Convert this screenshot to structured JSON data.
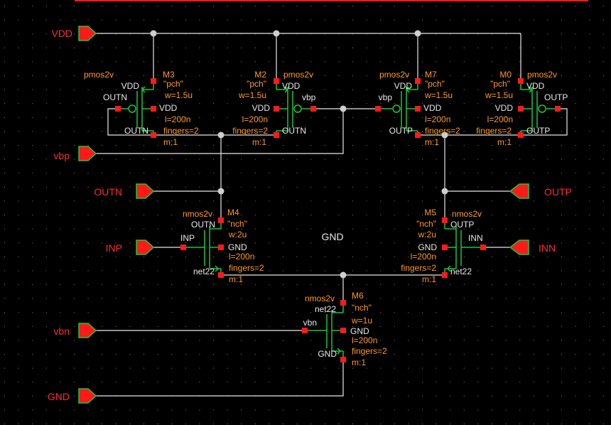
{
  "colors": {
    "background": "#000000",
    "grid": "#7f7f7f",
    "wire": "#e8e8e8",
    "device": "#19c83a",
    "pin": "#ff1a1a",
    "port": "#ff1a1a",
    "property_text": "#ff9a1f",
    "net_text": "#e8e8e8",
    "port_text": "#ff2a2a",
    "junction": "#cfcfcf"
  },
  "ports": {
    "vdd": "VDD",
    "vbp": "vbp",
    "outn": "OUTN",
    "outp": "OUTP",
    "inp": "INP",
    "inn": "INN",
    "vbn": "vbn",
    "gnd": "GND"
  },
  "net_labels": {
    "center_gnd": "GND"
  },
  "devices": {
    "m3": {
      "name": "M3",
      "cell": "pmos2v",
      "model": "\"pch\"",
      "width": "w=1.5u",
      "length": "l=200n",
      "fingers": "fingers=2",
      "multiplier": "m:1",
      "pin_source": "VDD",
      "pin_bulk": "VDD",
      "pin_gate": "OUTN",
      "pin_drain": "OUTN"
    },
    "m2": {
      "name": "M2",
      "cell": "pmos2v",
      "model": "\"pch\"",
      "width": "w=1.5u",
      "length": "l=200n",
      "fingers": "fingers=2",
      "multiplier": "m:1",
      "pin_source": "VDD",
      "pin_bulk": "VDD",
      "pin_gate": "vbp",
      "pin_drain": "OUTN"
    },
    "m7": {
      "name": "M7",
      "cell": "pmos2v",
      "model": "\"pch\"",
      "width": "w=1.5u",
      "length": "l=200n",
      "fingers": "fingers=2",
      "multiplier": "m:1",
      "pin_source": "VDD",
      "pin_bulk": "VDD",
      "pin_gate": "vbp",
      "pin_drain": "OUTP"
    },
    "m0": {
      "name": "M0",
      "cell": "pmos2v",
      "model": "\"pch\"",
      "width": "w=1.5u",
      "length": "l=200n",
      "fingers": "fingers=2",
      "multiplier": "m:1",
      "pin_source": "VDD",
      "pin_bulk": "VDD",
      "pin_gate": "OUTP",
      "pin_drain": "OUTP"
    },
    "m4": {
      "name": "M4",
      "cell": "nmos2v",
      "model": "\"nch\"",
      "width": "w:2u",
      "length": "l=200n",
      "fingers": "fingers=2",
      "multiplier": "m:1",
      "pin_drain": "OUTN",
      "pin_gate": "INP",
      "pin_bulk": "GND",
      "pin_source": "net22"
    },
    "m5": {
      "name": "M5",
      "cell": "nmos2v",
      "model": "\"nch\"",
      "width": "w:2u",
      "length": "l=200n",
      "fingers": "fingers=2",
      "multiplier": "m:1",
      "pin_drain": "OUTP",
      "pin_gate": "INN",
      "pin_bulk": "GND",
      "pin_source": "net22"
    },
    "m6": {
      "name": "M6",
      "cell": "nmos2v",
      "model": "\"nch\"",
      "width": "w=1u",
      "length": "l=200n",
      "fingers": "fingers=2",
      "multiplier": "m:1",
      "pin_drain": "net22",
      "pin_gate": "vbn",
      "pin_bulk": "GND",
      "pin_source": "GND"
    }
  }
}
